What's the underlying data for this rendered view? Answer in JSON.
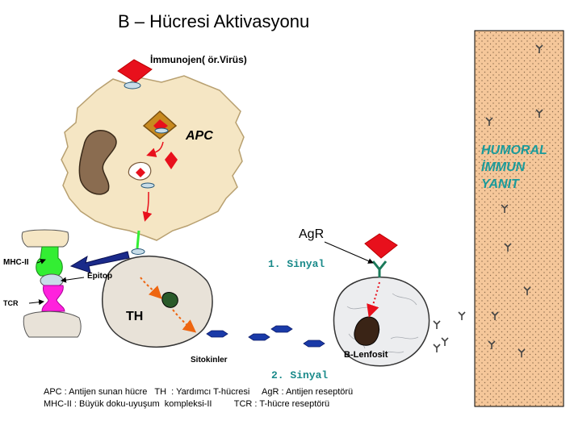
{
  "title": "B – Hücresi Aktivasyonu",
  "labels": {
    "immunogen": "İmmunojen( ör.Virüs)",
    "apc": "APC",
    "mhc2": "MHC-II",
    "epitop": "Epitop",
    "tcr": "TCR",
    "th": "TH",
    "sitokinler": "Sitokinler",
    "agr": "AgR",
    "sinyal1": "1. Sinyal",
    "sinyal2": "2. Sinyal",
    "b_lenfosit": "B-Lenfosit"
  },
  "humoral": [
    "HUMORAL",
    "İMMUN",
    "YANIT"
  ],
  "legend": {
    "line1": "APC : Antijen sunan hücre   TH  : Yardımcı T-hücresi     AgR : Antijen reseptörü",
    "line2": "MHC-II : Büyük doku-uyuşum  kompleksi-II         TCR : T-hücre reseptörü"
  },
  "colors": {
    "apc_fill": "#f5e6c4",
    "antigen_red": "#e8101c",
    "mhc_green": "#33ee33",
    "tcr_magenta": "#ff22dd",
    "cytokine_blue": "#1a3aa8",
    "humoral_bg": "#f5c79a",
    "signal_teal": "#1a8a8a",
    "arrow_orange": "#ee6611"
  }
}
